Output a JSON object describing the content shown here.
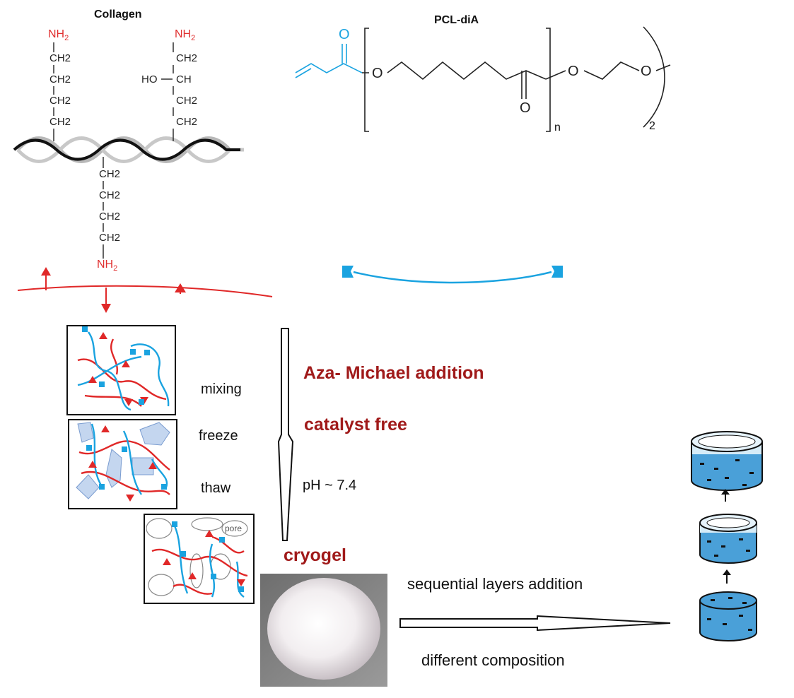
{
  "collagen": {
    "title": "Collagen",
    "nh2": "NH",
    "nh2_sub": "2",
    "ch2": "CH2",
    "ch": "CH",
    "ho": "HO"
  },
  "pcl": {
    "title": "PCL-diA",
    "o": "O",
    "n": "n",
    "two": "2"
  },
  "process": {
    "step1": "mixing",
    "step2": "freeze",
    "step3": "thaw",
    "reaction": "Aza- Michael addition",
    "catalyst": "catalyst free",
    "ph": "pH ~ 7.4",
    "pore": "pore",
    "product": "cryogel"
  },
  "layering": {
    "top_label": "sequential layers addition",
    "bottom_label": "different composition"
  },
  "colors": {
    "collagen_red": "#e02828",
    "pcl_blue": "#1aa3e0",
    "dark_red_text": "#a01a1a",
    "cylinder_fill": "#4aa0d8"
  }
}
